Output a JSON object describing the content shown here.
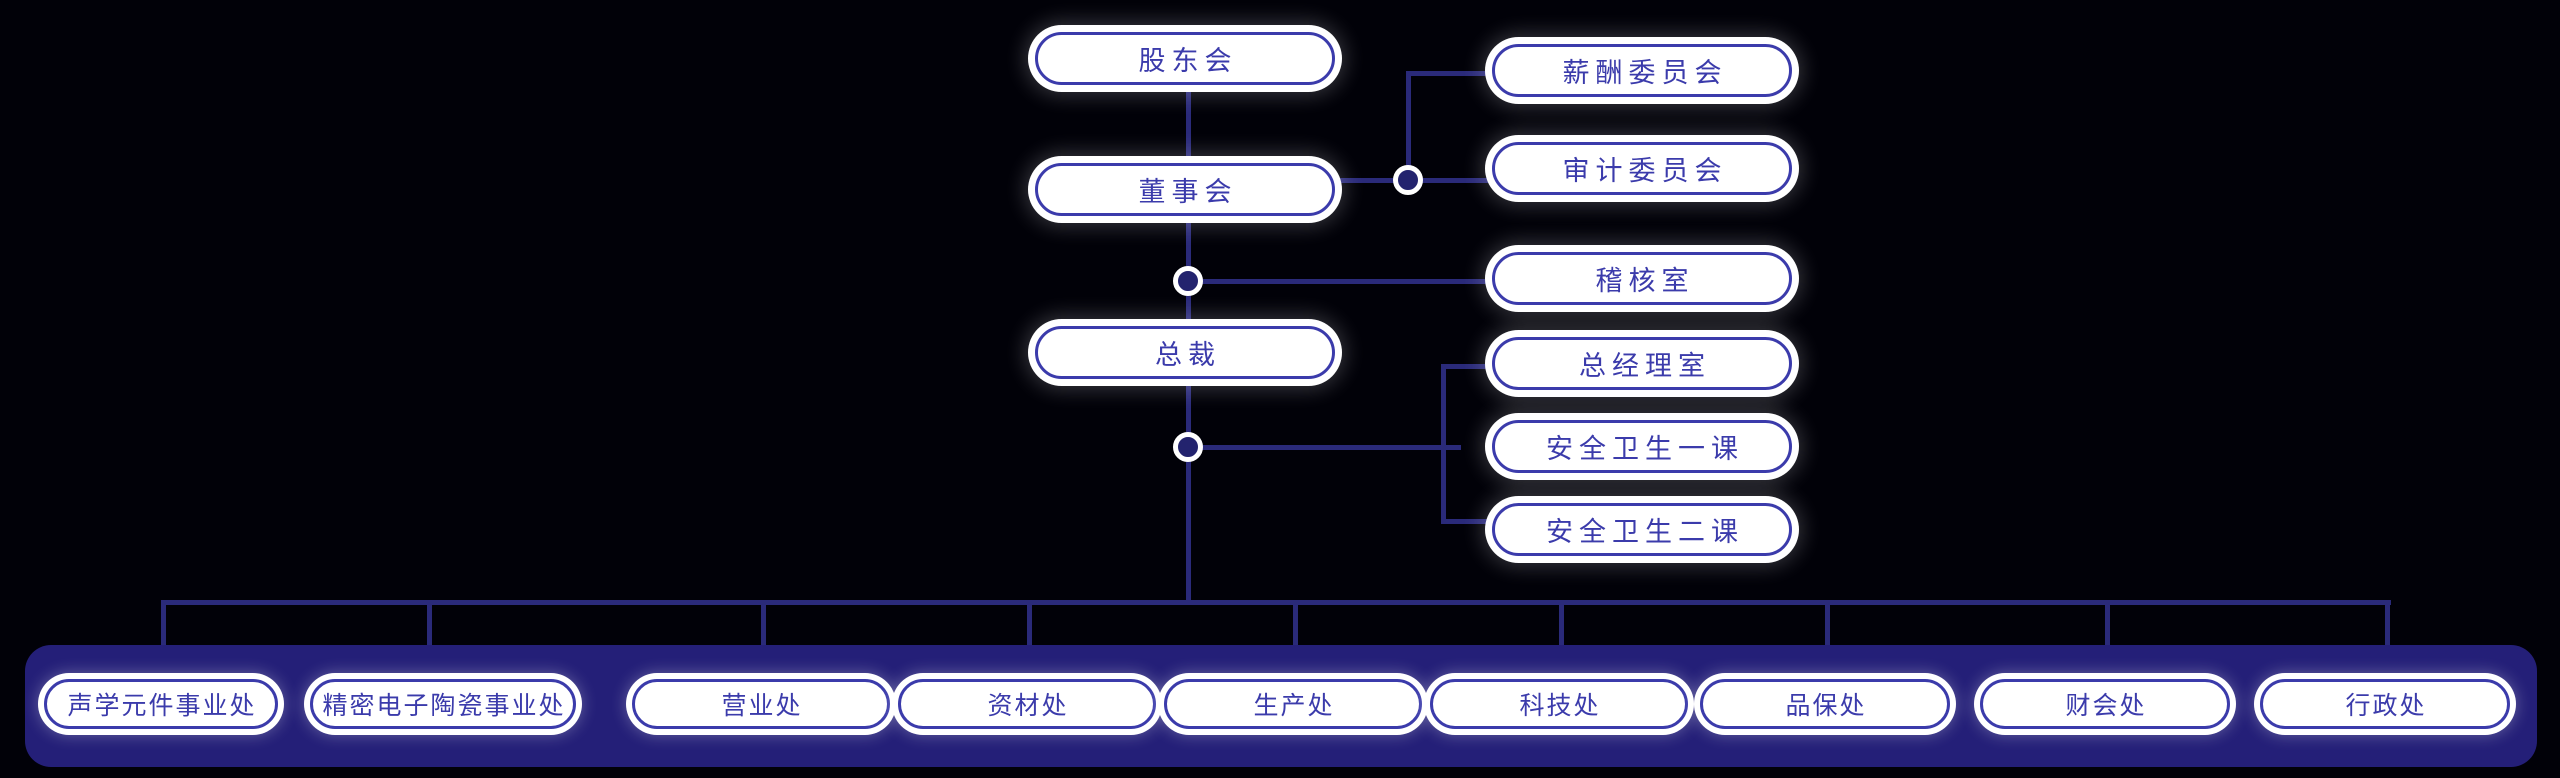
{
  "chart_data": {
    "type": "diagram",
    "title": "",
    "diagram_kind": "organization-chart",
    "orientation": "top-down",
    "background_color": "#010108",
    "node_fill": "#ffffff",
    "node_border_color": "#3b3bab",
    "node_text_color": "#3b3bab",
    "connector_color": "#2a2a7a",
    "band_color": "#241f78",
    "junction_dot_color": "#23236e",
    "nodes": [
      {
        "id": "shareholders",
        "label": "股东会",
        "level": 1,
        "column": "center"
      },
      {
        "id": "board",
        "label": "董事会",
        "level": 2,
        "column": "center"
      },
      {
        "id": "president",
        "label": "总裁",
        "level": 3,
        "column": "center"
      },
      {
        "id": "comp_committee",
        "label": "薪酬委员会",
        "level": 2,
        "column": "right"
      },
      {
        "id": "audit_committee",
        "label": "审计委员会",
        "level": 2,
        "column": "right"
      },
      {
        "id": "audit_office",
        "label": "稽核室",
        "level": 3,
        "column": "right"
      },
      {
        "id": "gm_office",
        "label": "总经理室",
        "level": 4,
        "column": "right"
      },
      {
        "id": "safety_1",
        "label": "安全卫生一课",
        "level": 4,
        "column": "right"
      },
      {
        "id": "safety_2",
        "label": "安全卫生二课",
        "level": 4,
        "column": "right"
      }
    ],
    "departments": [
      {
        "id": "dept_acoustic",
        "label": "声学元件事业处"
      },
      {
        "id": "dept_ceramic",
        "label": "精密电子陶瓷事业处"
      },
      {
        "id": "dept_sales",
        "label": "营业处"
      },
      {
        "id": "dept_material",
        "label": "资材处"
      },
      {
        "id": "dept_production",
        "label": "生产处"
      },
      {
        "id": "dept_tech",
        "label": "科技处"
      },
      {
        "id": "dept_quality",
        "label": "品保处"
      },
      {
        "id": "dept_finance",
        "label": "财会处"
      },
      {
        "id": "dept_admin",
        "label": "行政处"
      }
    ],
    "edges": [
      {
        "from": "shareholders",
        "to": "board"
      },
      {
        "from": "board",
        "to": "president"
      },
      {
        "from": "board",
        "to": "comp_committee"
      },
      {
        "from": "board",
        "to": "audit_committee"
      },
      {
        "from": "board",
        "to": "audit_office"
      },
      {
        "from": "president",
        "to": "gm_office"
      },
      {
        "from": "president",
        "to": "safety_1"
      },
      {
        "from": "president",
        "to": "safety_2"
      },
      {
        "from": "president",
        "to": "dept_acoustic"
      },
      {
        "from": "president",
        "to": "dept_ceramic"
      },
      {
        "from": "president",
        "to": "dept_sales"
      },
      {
        "from": "president",
        "to": "dept_material"
      },
      {
        "from": "president",
        "to": "dept_production"
      },
      {
        "from": "president",
        "to": "dept_tech"
      },
      {
        "from": "president",
        "to": "dept_quality"
      },
      {
        "from": "president",
        "to": "dept_finance"
      },
      {
        "from": "president",
        "to": "dept_admin"
      }
    ]
  }
}
